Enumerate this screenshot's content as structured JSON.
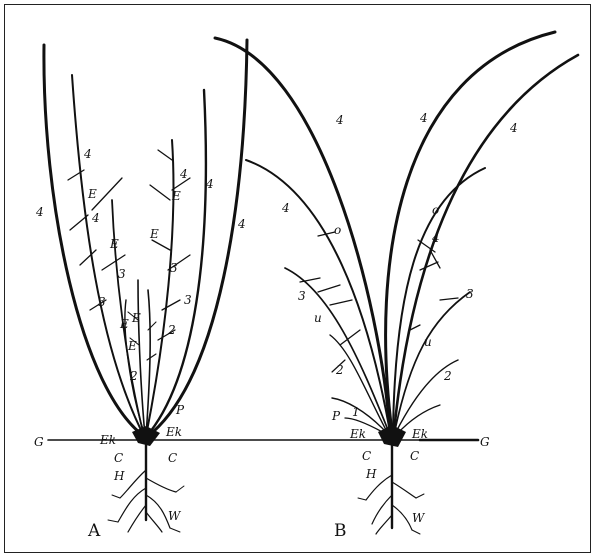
{
  "panels": [
    {
      "letter": "A"
    },
    {
      "letter": "B"
    }
  ],
  "labels": {
    "ground_left": "G",
    "ground_right": "G",
    "a": {
      "ek_left": "Ek",
      "ek_right": "Ek",
      "c_left": "C",
      "c_right": "C",
      "h": "H",
      "w": "W",
      "p": "P",
      "n4": "4",
      "e": "E",
      "n3": "3",
      "n2": "2"
    },
    "b": {
      "ek_left": "Ek",
      "ek_right": "Ek",
      "c_left": "C",
      "c_right": "C",
      "h": "H",
      "w": "W",
      "p": "P",
      "n4": "4",
      "n3": "3",
      "n2": "2",
      "n1": "1",
      "o": "o",
      "u": "u"
    }
  }
}
